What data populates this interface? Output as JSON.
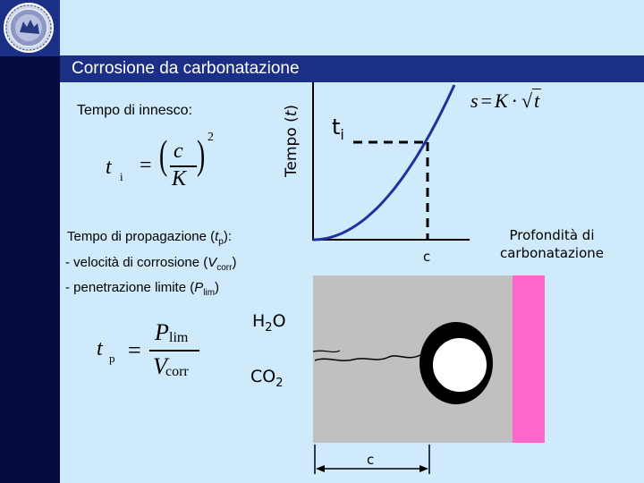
{
  "colors": {
    "sidebar": "#070b3d",
    "title_bar": "#1c2f86",
    "background": "#cfeafb",
    "concrete": "#c0c0c0",
    "carbonation_zone": "#ff66cc"
  },
  "icons": {
    "logo": "university-seal-icon"
  },
  "slide": {
    "title": "Corrosione da carbonatazione",
    "initiation_label": "Tempo di innesco:",
    "initiation_formula": {
      "lhs": "t",
      "sub": "i",
      "eq": "=",
      "num": "c",
      "den": "K",
      "exp": "2"
    },
    "propagation_label_pre": "Tempo di propagazione (",
    "propagation_label_var": "t",
    "propagation_label_sub": "p",
    "propagation_label_post": "):",
    "bullet1_pre": "- velocità di corrosione (",
    "bullet1_var": "V",
    "bullet1_sub": "corr",
    "bullet1_post": ")",
    "bullet2_pre": "- penetrazione limite (",
    "bullet2_var": "P",
    "bullet2_sub": "lim",
    "bullet2_post": ")",
    "propagation_formula": {
      "lhs": "t",
      "sub": "p",
      "eq": "=",
      "num_var": "P",
      "num_sub": "lim",
      "den_var": "V",
      "den_sub": "corr"
    }
  },
  "chart_data": {
    "type": "line",
    "ylabel_pre": "Tempo (",
    "ylabel_var": "t",
    "ylabel_post": ")",
    "xlabel_line1": "Profondità di",
    "xlabel_line2": "carbonatazione",
    "equation": {
      "s": "s",
      "eq": "=",
      "K": "K",
      "dot": "·",
      "sqrt": "√",
      "t": "t"
    },
    "marker_y_label": "t",
    "marker_y_sub": "i",
    "marker_x_label": "c",
    "curve": "t ∝ s²"
  },
  "diagram": {
    "water_label": "H",
    "water_sub": "2",
    "water_post": "O",
    "co2_label": "CO",
    "co2_sub": "2",
    "depth_label": "c"
  }
}
